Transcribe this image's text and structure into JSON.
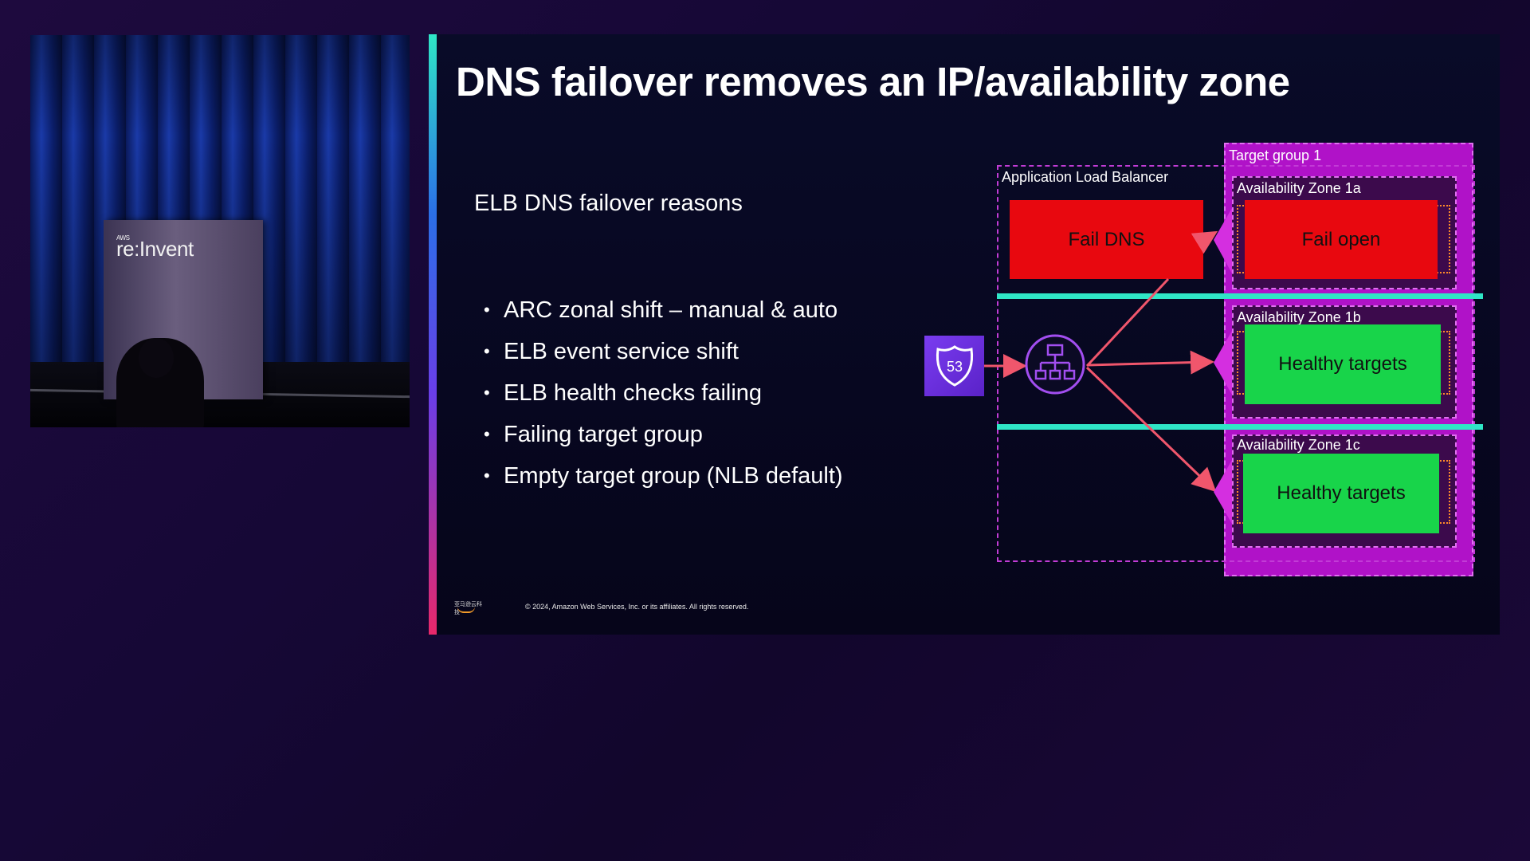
{
  "stage": {
    "podium_brand_small": "AWS",
    "podium_brand": "re:Invent"
  },
  "slide": {
    "title": "DNS failover removes an IP/availability zone",
    "reasons_heading": "ELB DNS failover reasons",
    "reasons": [
      "ARC zonal shift – manual & auto",
      "ELB event service shift",
      "ELB health checks failing",
      "Failing target group",
      "Empty target group (NLB default)"
    ],
    "footer_logo_text": "亚马逊云科技",
    "copyright": "© 2024, Amazon Web Services, Inc. or its affiliates. All rights reserved."
  },
  "diagram": {
    "alb_label": "Application Load Balancer",
    "target_group_label": "Target group 1",
    "zones": [
      {
        "label": "Availability Zone 1a",
        "target": "Fail open",
        "status": "failed"
      },
      {
        "label": "Availability Zone 1b",
        "target": "Healthy targets",
        "status": "healthy"
      },
      {
        "label": "Availability Zone 1c",
        "target": "Healthy targets",
        "status": "healthy"
      }
    ],
    "alb_failure_label": "Fail DNS",
    "route53_badge": "53",
    "route53_icon": "route53-shield-icon",
    "alb_icon": "load-balancer-icon",
    "colors": {
      "failed": "#e8080f",
      "healthy": "#18d44a",
      "target_group_bg": "#b012c8",
      "az_divider": "#2fe6c6",
      "arrow": "#f0566c",
      "route53_tile": "#6a2fe0"
    }
  }
}
